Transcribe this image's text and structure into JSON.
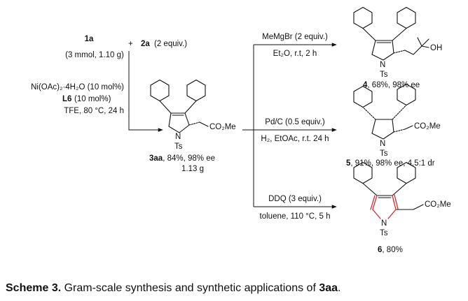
{
  "reagents": {
    "reactant_1a": "1a",
    "plus": "+",
    "reactant_2a": "2a",
    "reactant_2a_equiv": "(2 equiv.)",
    "scale": "(3 mmol, 1.10 g)",
    "catalyst": "Ni(OAc)₂·4H₂O (10 mol%)",
    "ligand": "L6",
    "ligand_loading": "(10 mol%)",
    "solvent_conditions": "TFE, 80 °C, 24 h"
  },
  "center_product": {
    "id": "3aa",
    "yield": ", 84%, 98% ee",
    "mass": "1.13 g",
    "ester": "CO₂Me",
    "n_label": "N",
    "ts_label": "Ts"
  },
  "reactions": [
    {
      "reagent": "MeMgBr (2 equiv.)",
      "conditions": "Et₂O, r.t, 2 h",
      "product_id": "4",
      "product_result": ", 68%, 98% ee",
      "group": "OH"
    },
    {
      "reagent": "Pd/C (0.5 equiv.)",
      "conditions": "H₂, EtOAc, r.t. 24 h",
      "product_id": "5",
      "product_result": ", 91%, 98% ee, 4.5:1 dr",
      "group": "CO₂Me"
    },
    {
      "reagent": "DDQ (3 equiv.)",
      "conditions": "toluene, 110 °C, 5 h",
      "product_id": "6",
      "product_result": ", 80%",
      "group": "CO₂Me"
    }
  ],
  "caption": {
    "label": "Scheme 3.",
    "text": " Gram-scale synthesis and synthetic applications of ",
    "compound": "3aa",
    "end": "."
  },
  "colors": {
    "highlight_bonds": "#d9272e",
    "text": "#111111"
  }
}
